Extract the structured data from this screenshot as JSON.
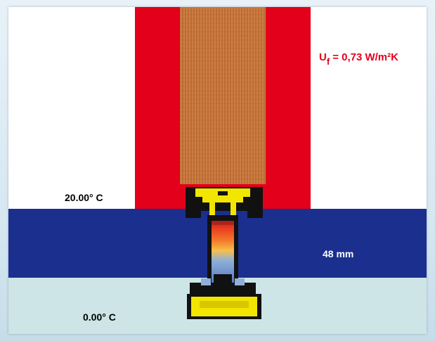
{
  "labels": {
    "warm_temperature": "20.00° C",
    "cold_temperature": "0.00° C",
    "thickness": "48 mm",
    "uf_symbol": "U",
    "uf_subscript": "f",
    "uf_value": "= 0,73 W/m²K"
  },
  "colors": {
    "frame_red": "#e3001b",
    "wood": "#c97a3f",
    "glazing_band": "#1b2f8f",
    "cold_zone": "#cde5e7",
    "gasket_black": "#111111",
    "gasket_yellow": "#f2e500"
  }
}
